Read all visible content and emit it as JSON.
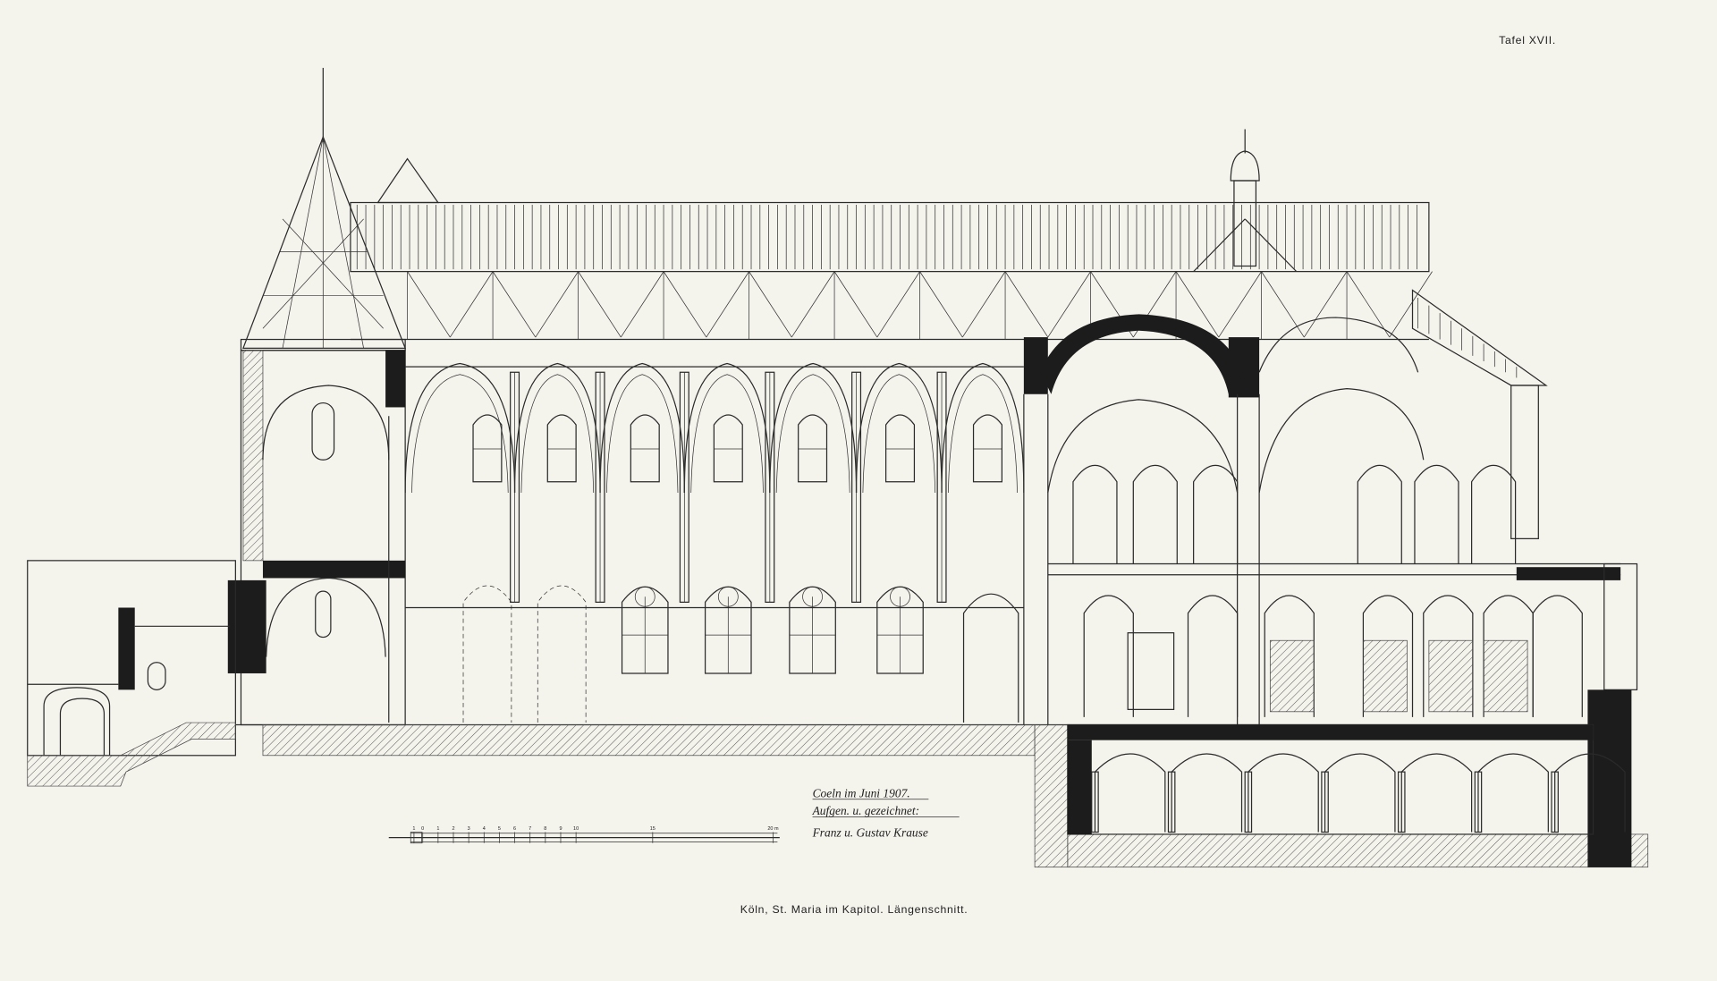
{
  "plate": {
    "number": "Tafel XVII.",
    "caption": "Köln, St. Maria im Kapitol. Längenschnitt."
  },
  "annotation": {
    "line1": "Coeln im Juni 1907.",
    "line2": "Aufgen. u. gezeichnet:",
    "signature": "Franz u. Gustav Krause"
  },
  "scale_bar": {
    "labels": [
      "1",
      "0",
      "1",
      "2",
      "3",
      "4",
      "5",
      "6",
      "7",
      "8",
      "9",
      "10",
      "15",
      "20 m"
    ]
  },
  "colors": {
    "paper": "#f4f3ec",
    "ink": "#1c1c1c"
  }
}
